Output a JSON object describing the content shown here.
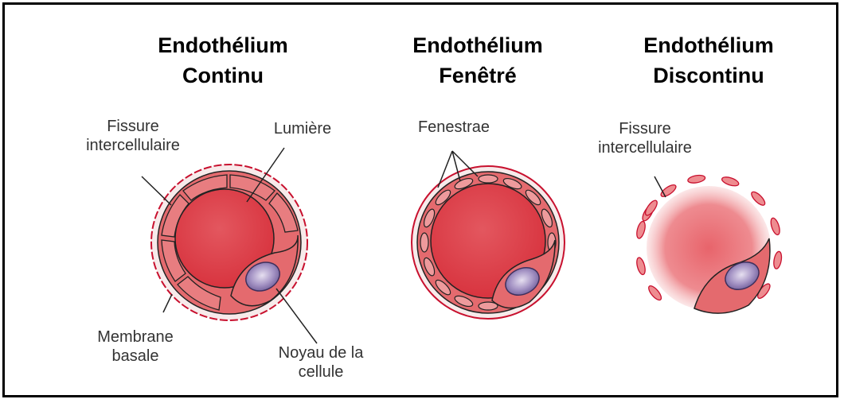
{
  "panels": [
    {
      "title_line1": "Endothélium",
      "title_line2": "Continu"
    },
    {
      "title_line1": "Endothélium",
      "title_line2": "Fenêtré"
    },
    {
      "title_line1": "Endothélium",
      "title_line2": "Discontinu"
    }
  ],
  "labels": {
    "fissure_1_line1": "Fissure",
    "fissure_1_line2": "intercellulaire",
    "lumiere": "Lumière",
    "membrane_line1": "Membrane",
    "membrane_line2": "basale",
    "noyau_line1": "Noyau de la",
    "noyau_line2": "cellule",
    "fenestrae": "Fenestrae",
    "fissure_2_line1": "Fissure",
    "fissure_2_line2": "intercellulaire"
  },
  "colors": {
    "cell_fill": "#e46a6e",
    "cell_dark": "#d9474f",
    "lumen": "#e8505a",
    "membrane": "#c8102e",
    "nucleus": "#9d8fbf",
    "border": "#000000"
  }
}
